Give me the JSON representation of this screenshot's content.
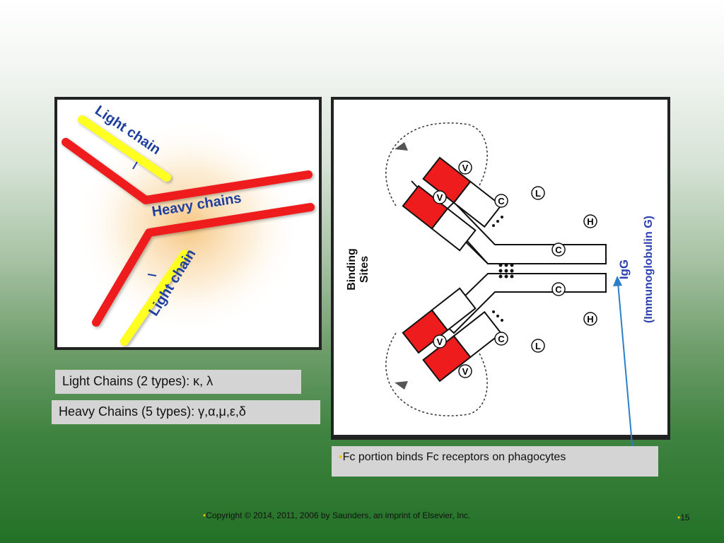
{
  "left_figure": {
    "label_light_top": "Light chain",
    "label_heavy": "Heavy chains",
    "label_light_bottom": "Light chain"
  },
  "right_figure": {
    "binding_sites_line1": "Binding",
    "binding_sites_line2": "Sites",
    "igg_short": "IgG",
    "igg_long": "(Immunoglobulin G)",
    "domain_v": "V",
    "domain_c": "C",
    "domain_l": "L",
    "domain_h": "H"
  },
  "captions": {
    "light_chains": "Light Chains (2 types): κ, λ",
    "heavy_chains": "Heavy Chains (5 types): γ,α,μ,ε,δ",
    "fc_bullet": "•",
    "fc_text": "Fc portion binds Fc receptors on phagocytes"
  },
  "footer": {
    "bullet": "•",
    "copyright": "Copyright © 2014, 2011, 2006 by Saunders, an imprint of Elsevier, Inc.",
    "page_number": "15"
  },
  "colors": {
    "heavy_chain": "#ee1c1c",
    "light_chain": "#ffff22",
    "label_blue": "#1f3f9e",
    "arrow_blue": "#2a7fc9"
  }
}
